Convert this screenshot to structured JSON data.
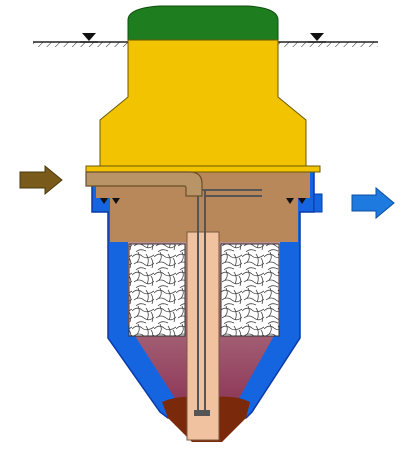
{
  "diagram": {
    "type": "septic-tank-cross-section",
    "colors": {
      "background": "#ffffff",
      "ground_line": "#222222",
      "water_level_marker": "#111111",
      "lid": "#1e7d1e",
      "upper_body": "#f2c300",
      "upper_outline": "#6b5a00",
      "outer_shell": "#1565e0",
      "outer_shell_dark": "#0a3aa8",
      "settled_liquid": "#b8875a",
      "lower_chamber_top": "#c6a3a3",
      "lower_chamber_bottom": "#8f3a5a",
      "sludge": "#7a2a0a",
      "filter_media": "#ffffff",
      "riser_pipe": "#f0c2a0",
      "inlet_pipe": "#b89466",
      "inlet_arrow": "#7a5a1a",
      "outlet_arrow": "#1f7ae0"
    },
    "flow": {
      "inlet_arrow_icon": "arrow-right-brown",
      "outlet_arrow_icon": "arrow-right-blue"
    },
    "filter_blocks": 2
  }
}
